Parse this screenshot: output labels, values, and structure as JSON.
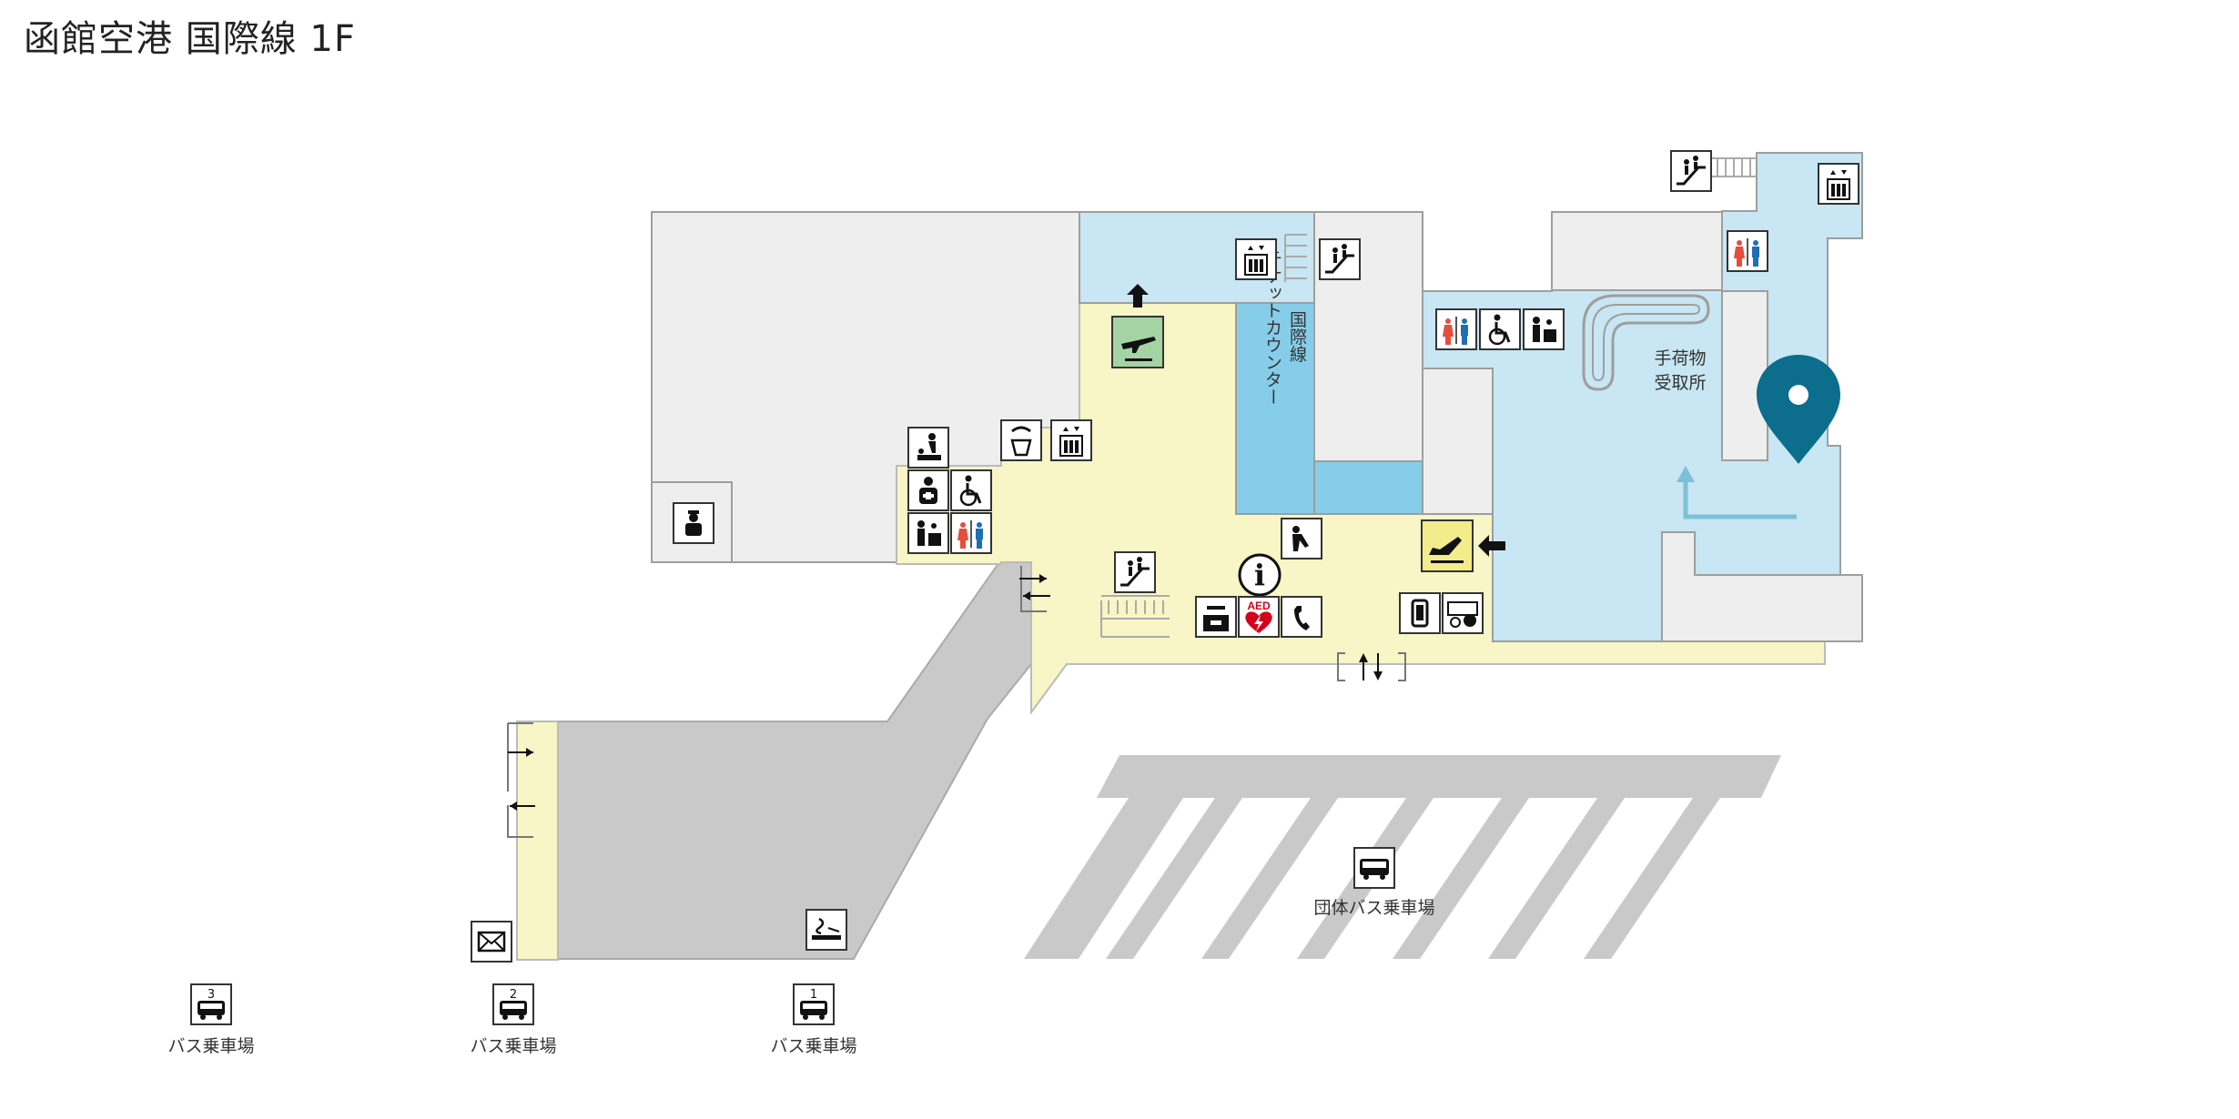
{
  "title": "函館空港 国際線 1F",
  "labels": {
    "intl_ticket_counter_line1": "国際線",
    "intl_ticket_counter_line2": "チケットカウンター",
    "baggage_claim_line1": "手荷物",
    "baggage_claim_line2": "受取所",
    "group_bus_stop": "団体バス乗車場",
    "bus_stop_1": "バス乗車場",
    "bus_stop_2": "バス乗車場",
    "bus_stop_3": "バス乗車場",
    "bus_num_1": "1",
    "bus_num_2": "2",
    "bus_num_3": "3",
    "info": "i",
    "aed": "AED"
  },
  "colors": {
    "public_area": "#f8f5c6",
    "arrivals_area": "#c8e6f3",
    "ticket_counter": "#86cde9",
    "facilities": "#eeeeee",
    "outdoor": "#c9c9c9",
    "departure_sign": "#a4d3a4",
    "arrival_sign": "#f2ec8a",
    "location_pin": "#0c6d8c",
    "flow_arrow": "#7ec0d8"
  }
}
